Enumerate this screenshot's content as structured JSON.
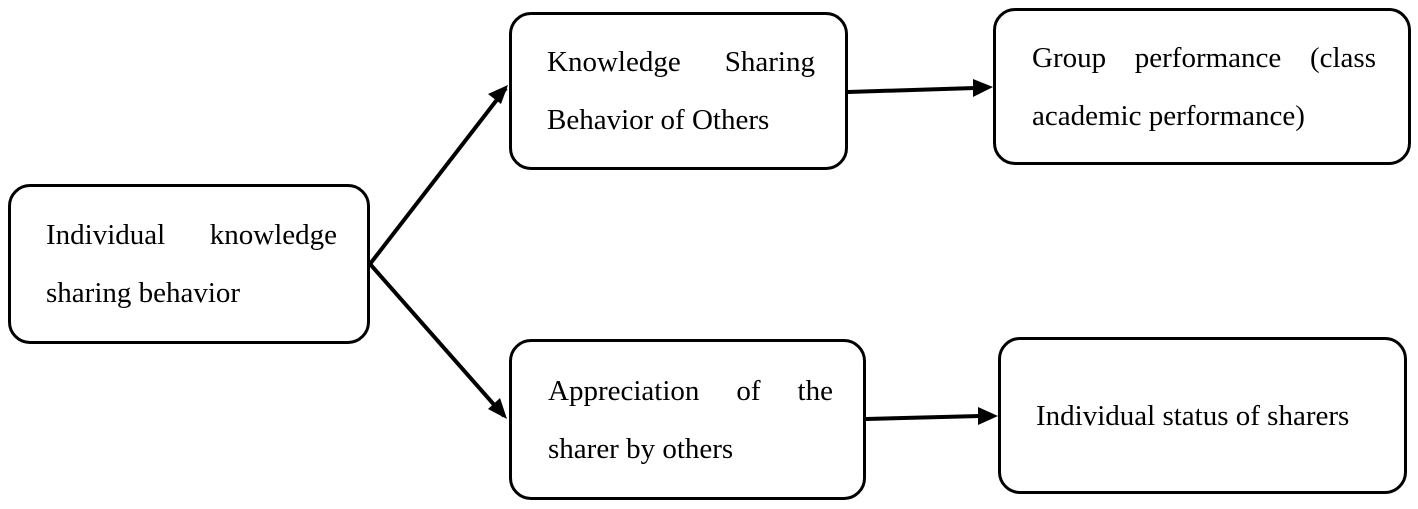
{
  "nodes": {
    "individual": "Individual knowledge sharing behavior",
    "knowledge_sharing_others": "Knowledge Sharing Behavior of Others",
    "group_performance": "Group performance (class academic performance)",
    "appreciation": "Appreciation of the sharer by others",
    "individual_status": "Individual status of sharers"
  },
  "edges": [
    {
      "from": "individual",
      "to": "knowledge_sharing_others"
    },
    {
      "from": "individual",
      "to": "appreciation"
    },
    {
      "from": "knowledge_sharing_others",
      "to": "group_performance"
    },
    {
      "from": "appreciation",
      "to": "individual_status"
    }
  ],
  "colors": {
    "stroke": "#000000",
    "background": "#ffffff"
  }
}
